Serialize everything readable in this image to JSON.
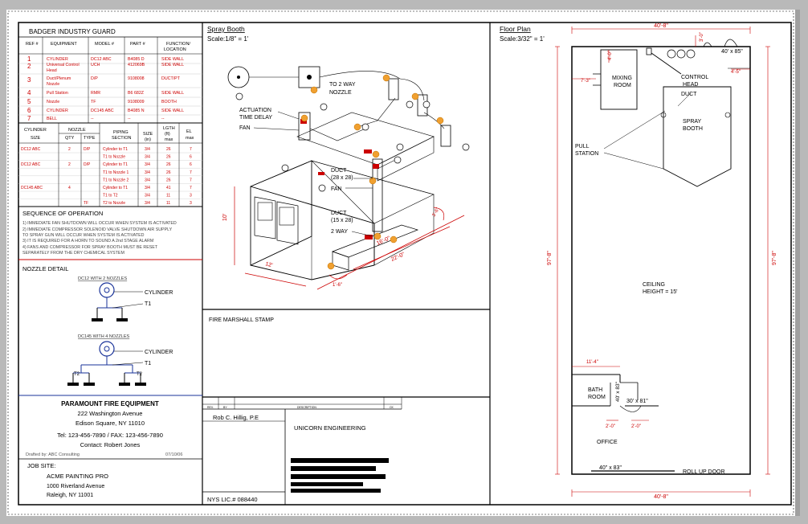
{
  "badger": {
    "title": "BADGER INDUSTRY GUARD",
    "headers": [
      "REF #",
      "EQUIPMENT",
      "MODEL #",
      "PART #",
      "FUNCTION/",
      "LOCATION"
    ],
    "rows": [
      {
        "ref": "1",
        "equip": "CYLINDER",
        "model": "DC12 ABC",
        "part": "B4085 D",
        "func": "SIDE WALL"
      },
      {
        "ref": "2",
        "equip": "Universal Control",
        "equip2": "Head",
        "model": "UCH",
        "part": "412069B",
        "func": "SIDE WALL"
      },
      {
        "ref": "3",
        "equip": "Duct/Plenum",
        "equip2": "Nozzle",
        "model": "D/P",
        "part": "9108008",
        "func": "DUCT/PT"
      },
      {
        "ref": "4",
        "equip": "Pull Station",
        "model": "RMR",
        "part": "B6 682Z",
        "func": "SIDE WALL"
      },
      {
        "ref": "5",
        "equip": "Nozzle",
        "model": "TF",
        "part": "9108009",
        "func": "BOOTH"
      },
      {
        "ref": "6",
        "equip": "CYLINDER",
        "model": "DC145 ABC",
        "part": "B4085 N",
        "func": "SIDE WALL"
      },
      {
        "ref": "7",
        "equip": "BELL",
        "model": "--",
        "part": "--",
        "func": "--"
      }
    ]
  },
  "cyl": {
    "headers": [
      "CYLINDER",
      "SIZE",
      "NOZZLE",
      "QTY",
      "TYPE",
      "PIPING",
      "SECTION",
      "SIZE",
      "(in)",
      "LGTH",
      "(ft)",
      "max",
      "EL",
      "max"
    ],
    "rows": [
      [
        "DC12 ABC",
        "2",
        "D/P",
        "Cylinder to T1",
        "3/4",
        "26",
        "7"
      ],
      [
        "",
        "",
        "",
        "T1 to Nozzle",
        "3/4",
        "26",
        "6"
      ],
      [
        "DC12 ABC",
        "2",
        "D/P",
        "Cylinder to T1",
        "3/4",
        "26",
        "6"
      ],
      [
        "",
        "",
        "",
        "T1 to Nozzle 1",
        "3/4",
        "26",
        "7"
      ],
      [
        "",
        "",
        "",
        "T1 to Nozzle 2",
        "3/4",
        "26",
        "7"
      ],
      [
        "DC145 ABC",
        "4",
        "",
        "Cylinder to T1",
        "3/4",
        "41",
        "7"
      ],
      [
        "",
        "",
        "",
        "T1 to T2",
        "3/4",
        "11",
        "3"
      ],
      [
        "",
        "",
        "TF",
        "T2 to Nozzle",
        "3/4",
        "11",
        "3"
      ]
    ]
  },
  "sequence": {
    "title": "SEQUENCE OF OPERATION",
    "lines": [
      "1) IMMEDIATE FAN SHUTDOWN WILL OCCUR WHEN SYSTEM IS ACTIVATED",
      "2) IMMEDIATE COMPRESSOR SOLENOID VALVE SHUTDOWN AIR SUPPLY",
      "TO SPRAY GUN WILL OCCUR WHEN SYSTEM IS ACTIVATED",
      "3) IT IS REQUIRED FOR A HORN TO SOUND A 2nd STAGE ALARM",
      "4) FANS AND COMPRESSOR FOR SPRAY BOOTH MUST BE RESET",
      "SEPARATELY FROM THE DRY CHEMICAL SYSTEM"
    ]
  },
  "nozzle": {
    "title": "NOZZLE DETAIL",
    "dc12": "DC12 WITH 2 NOZZLES",
    "dc145": "DC145 WITH 4 NOZZLES",
    "cylinder": "CYLINDER",
    "t1": "T1",
    "t2": "T2"
  },
  "company": {
    "name": "PARAMOUNT FIRE EQUIPMENT",
    "addr1": "222 Washington Avenue",
    "addr2": "Edison Square, NY 11010",
    "tel": "Tel: 123-456-7890 / FAX: 123-456-7890",
    "contact": "Contact: Robert Jones",
    "drafted": "Drafted by: ABC Consulting",
    "date": "07/10/06"
  },
  "job": {
    "label": "JOB SITE:",
    "name": "ACME PAINTING PRO",
    "addr1": "1000 Riverland Avenue",
    "addr2": "Raleigh, NY 11001"
  },
  "booth": {
    "title": "Spray Booth",
    "scale": "Scale:1/8\" = 1'",
    "to2way": "TO 2 WAY",
    "nozzleLbl": "NOZZLE",
    "actuation": "ACTUATION",
    "timedelay": "TIME DELAY",
    "fan": "FAN",
    "duct": "DUCT",
    "duct1": "(28 x 28)",
    "fan2": "FAN",
    "duct2": "DUCT",
    "duct2s": "(15 x 28)",
    "twoway": "2 WAY",
    "h10": "10'",
    "w12": "12'",
    "l16": "16'-0\"",
    "l22": "22'-0\"",
    "d1": "1'-6\"",
    "d2": "3'-6\""
  },
  "stamp": {
    "title": "FIRE MARSHALL STAMP"
  },
  "titleblock": {
    "rev": "REV.",
    "by": "BY",
    "desc": "DESCRIPTION",
    "ck": "CK",
    "eng": "Rob C. Hillig, P.E",
    "firm": "UNICORN ENGINEERING",
    "lic": "NYS LIC.# 088440"
  },
  "plan": {
    "title": "Floor Plan",
    "scale": "Scale:3/32\" = 1'",
    "dimTop": "40'-8\"",
    "dimBot": "40'-8\"",
    "dimLeft": "97'-8\"",
    "dimRight": "97'-8\"",
    "d30": "3'-0\"",
    "d40x85": "40' x 85\"",
    "d45": "4'-5\"",
    "d73": "7'-3\"",
    "d40": "4'-0\"",
    "mixing": "MIXING",
    "room": "ROOM",
    "control": "CONTROL",
    "head": "HEAD",
    "duct": "DUCT",
    "spray": "SPRAY",
    "booth": "BOOTH",
    "pull": "PULL",
    "station": "STATION",
    "ceiling": "CEILING",
    "height": "HEIGHT = 15'",
    "d114": "11'-4\"",
    "bath": "BATH",
    "bathroom": "ROOM",
    "d40x83v": "40' x 83\"",
    "d30x81": "30' x 81\"",
    "d20a": "2'-0\"",
    "d20b": "2'-0\"",
    "office": "OFFICE",
    "d40x83": "40\" x 83\"",
    "rollup": "ROLL UP DOOR"
  }
}
